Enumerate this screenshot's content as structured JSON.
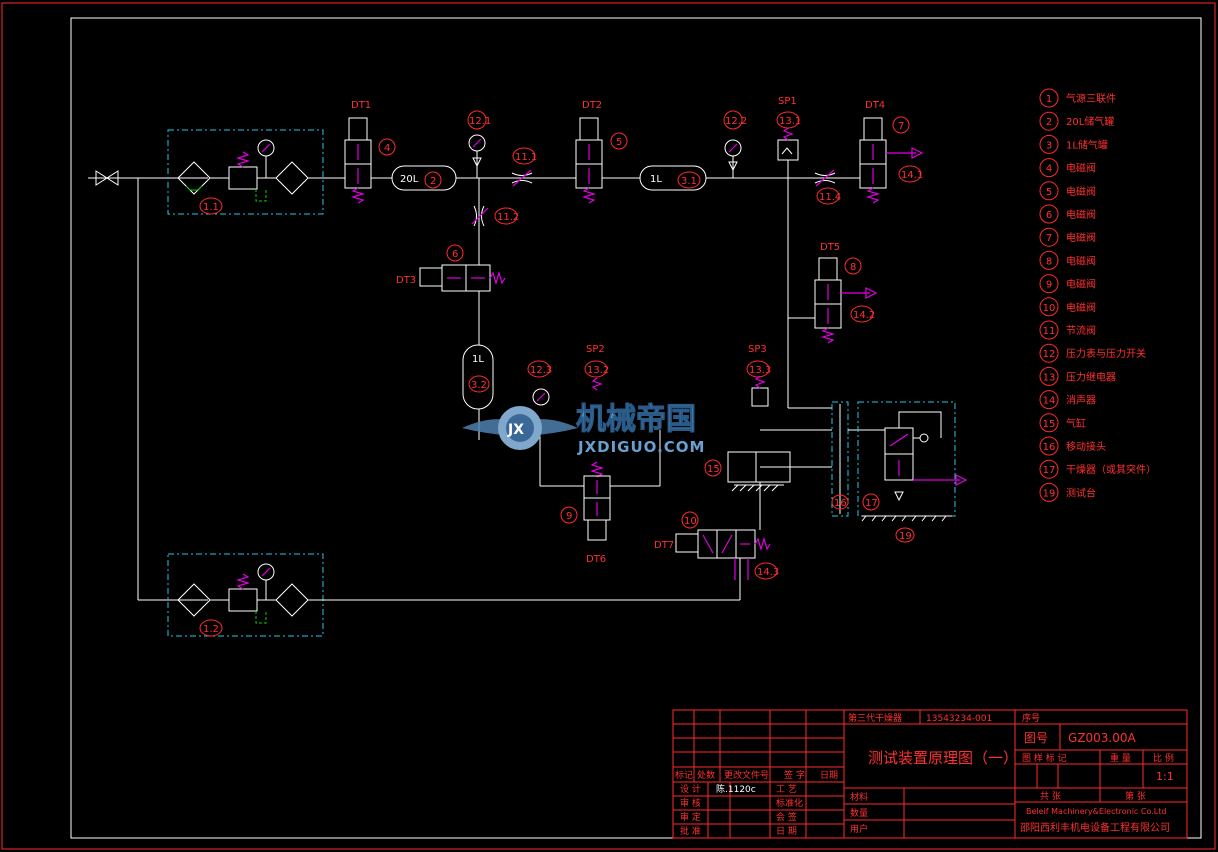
{
  "drawing": {
    "title": "测试装置原理图（一）",
    "drawing_no_label": "图号",
    "drawing_no": "GZ003.00A",
    "product_name": "第三代干燥器",
    "part_code": "13543234-001",
    "seq_label": "序号",
    "scale": "1:1",
    "company_en": "Beleif  Machinery&Electronic Co.Ltd",
    "company_cn": "邵阳西利丰机电设备工程有限公司",
    "signer": "陈.1120c",
    "watermark_cn": "机械帝国",
    "watermark_en": "JXDIGUO.COM",
    "watermark_logo": "JX"
  },
  "title_block": {
    "rows_left": [
      "标记",
      "处数",
      "更改文件号",
      "签 字",
      "日期"
    ],
    "roles": [
      "设 计",
      "审 核",
      "审 定",
      "批 准"
    ],
    "roles2": [
      "工 艺",
      "标准化",
      "会 签",
      "日 期"
    ],
    "mid_labels": [
      "材料",
      "数量",
      "用户"
    ],
    "right_labels": [
      "图 样 标 记",
      "重 量",
      "比 例"
    ],
    "right_labels2": [
      "共  张",
      "第  张"
    ]
  },
  "labels": {
    "dt1": "DT1",
    "dt2": "DT2",
    "dt3": "DT3",
    "dt4": "DT4",
    "dt5": "DT5",
    "dt6": "DT6",
    "dt7": "DT7",
    "sp1": "SP1",
    "sp2": "SP2",
    "sp3": "SP3",
    "tank20": "20L",
    "tank1a": "1L",
    "tank1b": "1L",
    "n1_1": "1.1",
    "n1_2": "1.2",
    "n2": "2",
    "n3_1": "3.1",
    "n3_2": "3.2",
    "n4": "4",
    "n5": "5",
    "n6": "6",
    "n7": "7",
    "n8": "8",
    "n9": "9",
    "n10": "10",
    "n11_1": "11.1",
    "n11_2": "11.2",
    "n11_4": "11.4",
    "n12_1": "12.1",
    "n12_2": "12.2",
    "n12_3": "12.3",
    "n13_1": "13.1",
    "n13_2": "13.2",
    "n13_3": "13.3",
    "n14_1": "14.1",
    "n14_2": "14.2",
    "n14_3": "14.3",
    "n15": "15",
    "n16": "16",
    "n17": "17",
    "n19": "19"
  },
  "legend": [
    {
      "num": "1",
      "text": "气源三联件"
    },
    {
      "num": "2",
      "text": "20L储气罐"
    },
    {
      "num": "3",
      "text": "1L储气罐"
    },
    {
      "num": "4",
      "text": "电磁阀"
    },
    {
      "num": "5",
      "text": "电磁阀"
    },
    {
      "num": "6",
      "text": "电磁阀"
    },
    {
      "num": "7",
      "text": "电磁阀"
    },
    {
      "num": "8",
      "text": "电磁阀"
    },
    {
      "num": "9",
      "text": "电磁阀"
    },
    {
      "num": "10",
      "text": "电磁阀"
    },
    {
      "num": "11",
      "text": "节流阀"
    },
    {
      "num": "12",
      "text": "压力表与压力开关"
    },
    {
      "num": "13",
      "text": "压力继电器"
    },
    {
      "num": "14",
      "text": "消声器"
    },
    {
      "num": "15",
      "text": "气缸"
    },
    {
      "num": "16",
      "text": "移动接头"
    },
    {
      "num": "17",
      "text": "干燥器（或其突件）"
    },
    {
      "num": "19",
      "text": "测试台"
    }
  ]
}
